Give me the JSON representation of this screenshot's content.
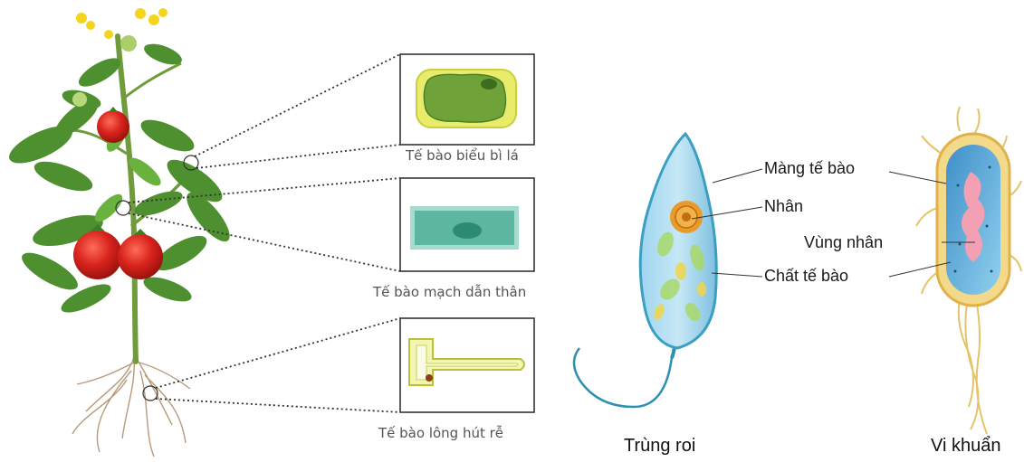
{
  "plant_cells": [
    {
      "caption": "Tế bào biểu bì lá"
    },
    {
      "caption": "Tế bào mạch dẫn thân"
    },
    {
      "caption": "Tế bào lông hút rễ"
    }
  ],
  "parts": {
    "membrane": "Màng tế bào",
    "nucleus": "Nhân",
    "nucleoid": "Vùng nhân",
    "cytoplasm": "Chất tế bào"
  },
  "organisms": {
    "euglena": "Trùng roi",
    "bacterium": "Vi khuẩn"
  },
  "colors": {
    "leaf_green": "#4e8f2f",
    "tomato_red": "#d8231c",
    "euglena_body": "#8cc7e3",
    "bacterium_shell": "#e8b64a"
  }
}
